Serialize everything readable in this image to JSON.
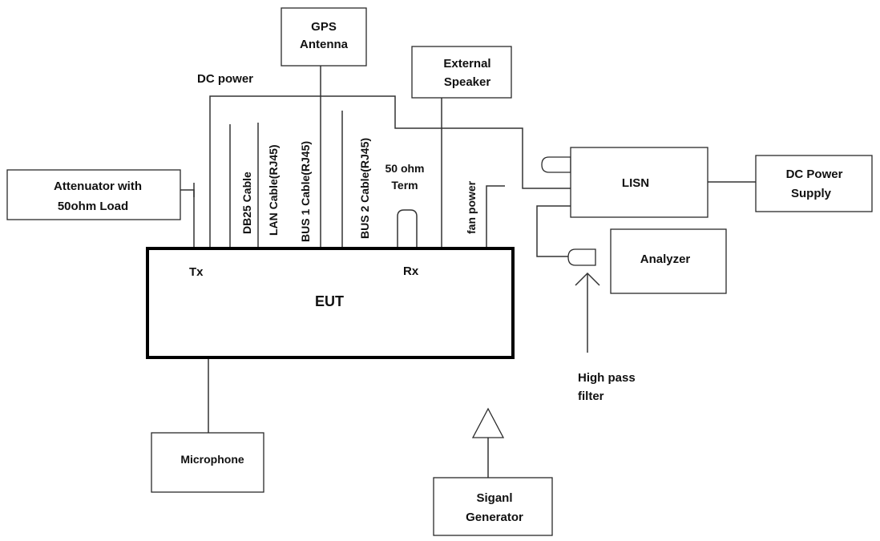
{
  "diagram": {
    "eut": {
      "label": "EUT",
      "tx_port": "Tx",
      "rx_port": "Rx"
    },
    "gps_antenna": {
      "line1": "GPS",
      "line2": "Antenna"
    },
    "external_speaker": {
      "line1": "External",
      "line2": "Speaker"
    },
    "dc_power_label": "DC power",
    "attenuator": {
      "line1": "Attenuator with",
      "line2": "50ohm Load"
    },
    "cables": {
      "db25": "DB25 Cable",
      "lan": "LAN Cable(RJ45)",
      "bus1": "BUS 1 Cable(RJ45)",
      "bus2": "BUS 2 Cable(RJ45)",
      "fan_power": "fan power"
    },
    "termination": {
      "line1": "50 ohm",
      "line2": "Term"
    },
    "lisn": {
      "label": "LISN"
    },
    "dc_power_supply": {
      "line1": "DC Power",
      "line2": "Supply"
    },
    "analyzer": {
      "label": "Analyzer"
    },
    "high_pass_filter": {
      "line1": "High pass",
      "line2": "filter"
    },
    "microphone": {
      "label": "Microphone"
    },
    "signal_generator": {
      "line1": "Siganl",
      "line2": "Generator"
    }
  }
}
